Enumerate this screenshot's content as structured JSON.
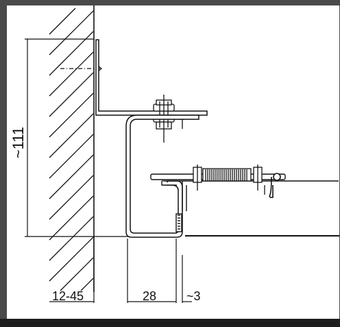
{
  "drawing": {
    "dimensions": {
      "height": "~111",
      "wall_gap": "12-45",
      "channel_width": "28",
      "clearance": "~3"
    },
    "colors": {
      "background": "#4a4a4a",
      "paper": "#ffffff",
      "line": "#111111",
      "bottom_strip": "#1e1e1e"
    }
  }
}
